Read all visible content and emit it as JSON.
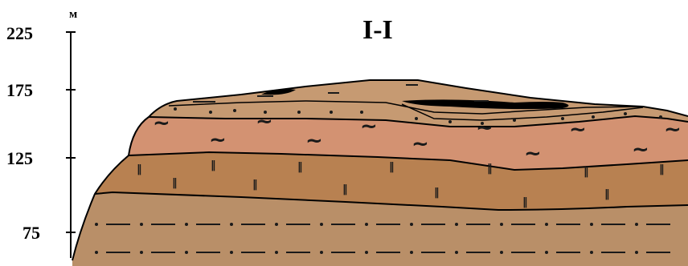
{
  "figure": {
    "title": "I-I",
    "axis_unit": "м",
    "y_ticks": [
      "225",
      "175",
      "125",
      "75"
    ]
  },
  "colors": {
    "lower_layer": "#b98f68",
    "middle_layer": "#b88151",
    "upper_layer": "#d39272",
    "top_layer": "#c69a72",
    "lens": "#000000",
    "boundary": "#000000"
  }
}
